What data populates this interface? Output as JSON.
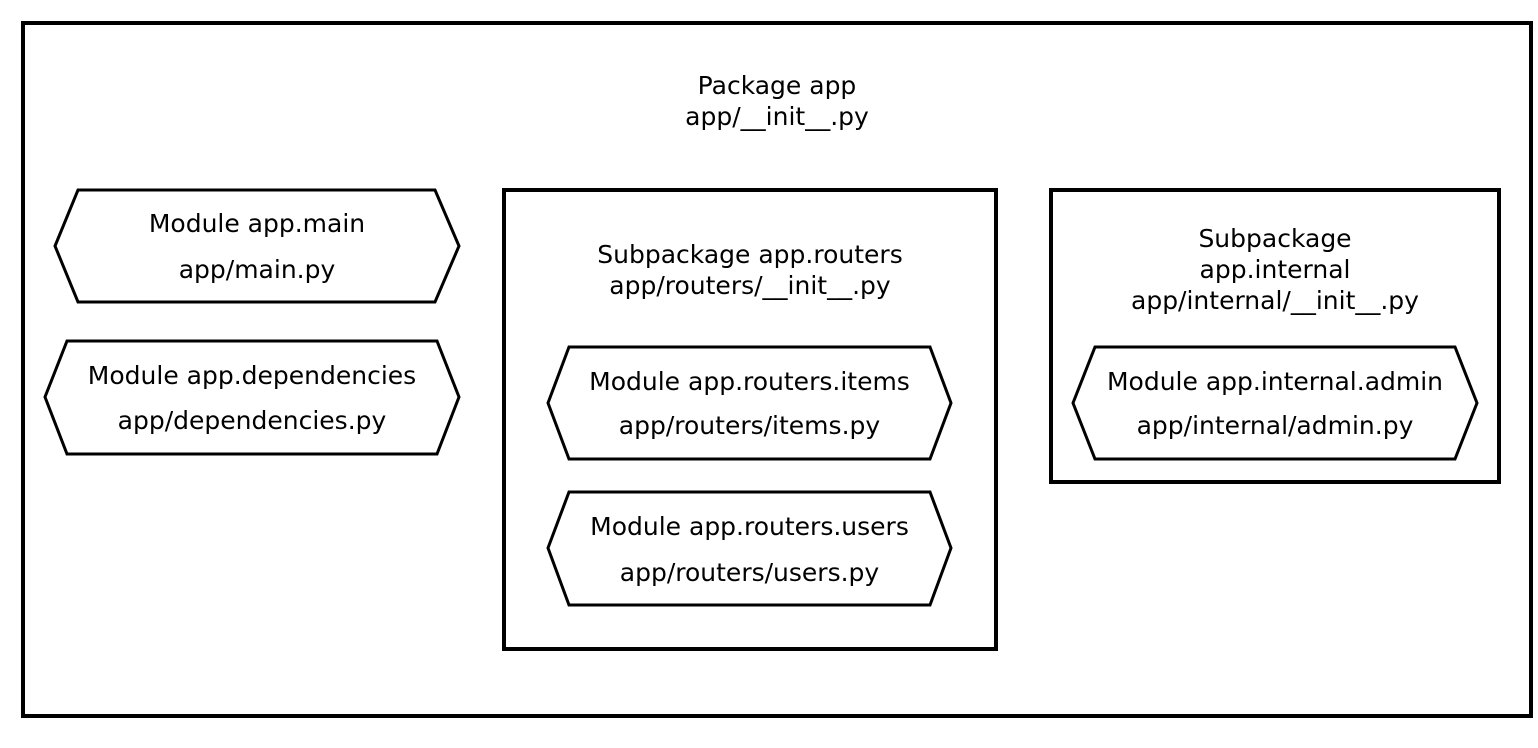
{
  "package": {
    "title": "Package app",
    "file": "app/__init__.py"
  },
  "modules_top": [
    {
      "name": "Module app.main",
      "file": "app/main.py"
    },
    {
      "name": "Module app.dependencies",
      "file": "app/dependencies.py"
    }
  ],
  "subpackage_routers": {
    "title": "Subpackage app.routers",
    "file": "app/routers/__init__.py",
    "modules": [
      {
        "name": "Module app.routers.items",
        "file": "app/routers/items.py"
      },
      {
        "name": "Module app.routers.users",
        "file": "app/routers/users.py"
      }
    ]
  },
  "subpackage_internal": {
    "title_line1": "Subpackage",
    "title_line2": "app.internal",
    "file": "app/internal/__init__.py",
    "modules": [
      {
        "name": "Module app.internal.admin",
        "file": "app/internal/admin.py"
      }
    ]
  }
}
